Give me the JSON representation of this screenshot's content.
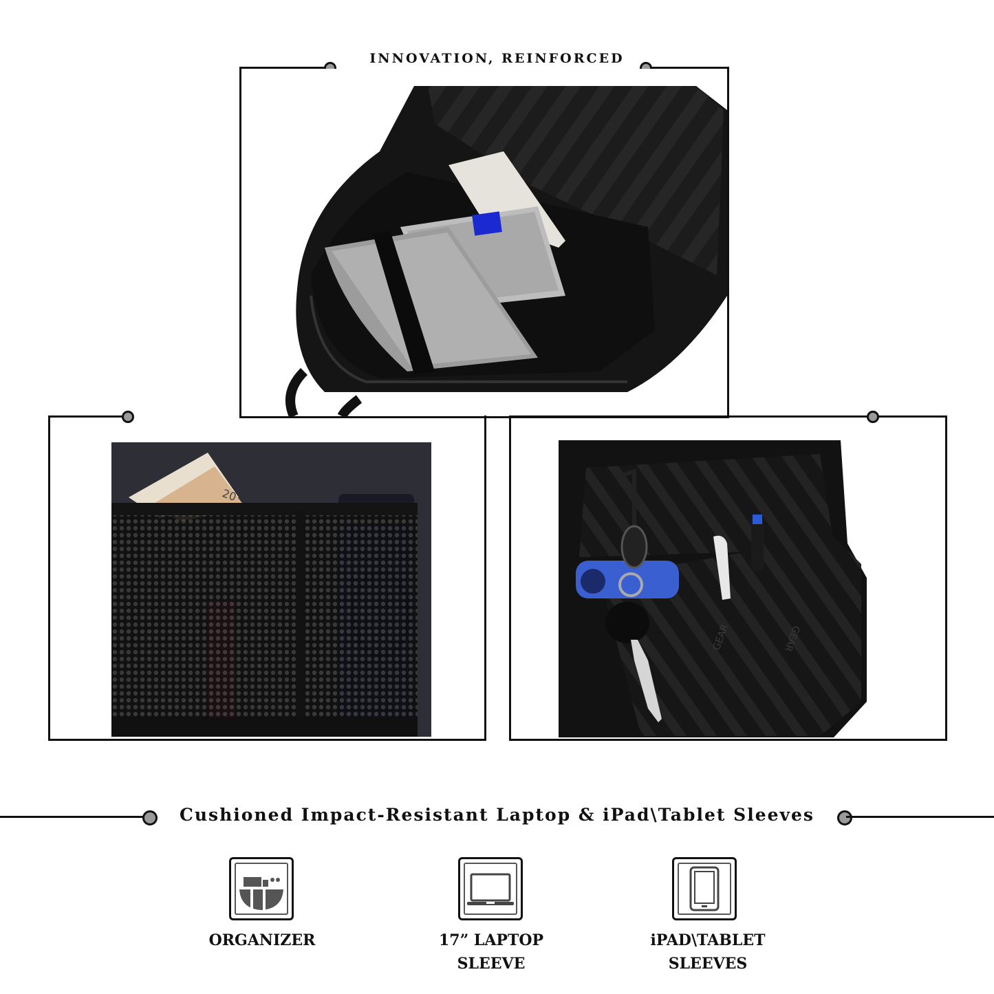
{
  "headline": "INNOVATION, REINFORCED",
  "tagline": "Cushioned Impact-Resistant Laptop & iPad\\Tablet Sleeves",
  "features": [
    {
      "icon": "organizer-icon",
      "label_line1": "ORGANIZER",
      "label_line2": ""
    },
    {
      "icon": "laptop-icon",
      "label_line1": "17” LAPTOP",
      "label_line2": "SLEEVE"
    },
    {
      "icon": "tablet-icon",
      "label_line1": "iPAD\\TABLET",
      "label_line2": "SLEEVES"
    }
  ],
  "photo_texts": {
    "currency_note": "20",
    "brand_mark_1": "GEAR",
    "brand_mark_2": "GEAR"
  }
}
